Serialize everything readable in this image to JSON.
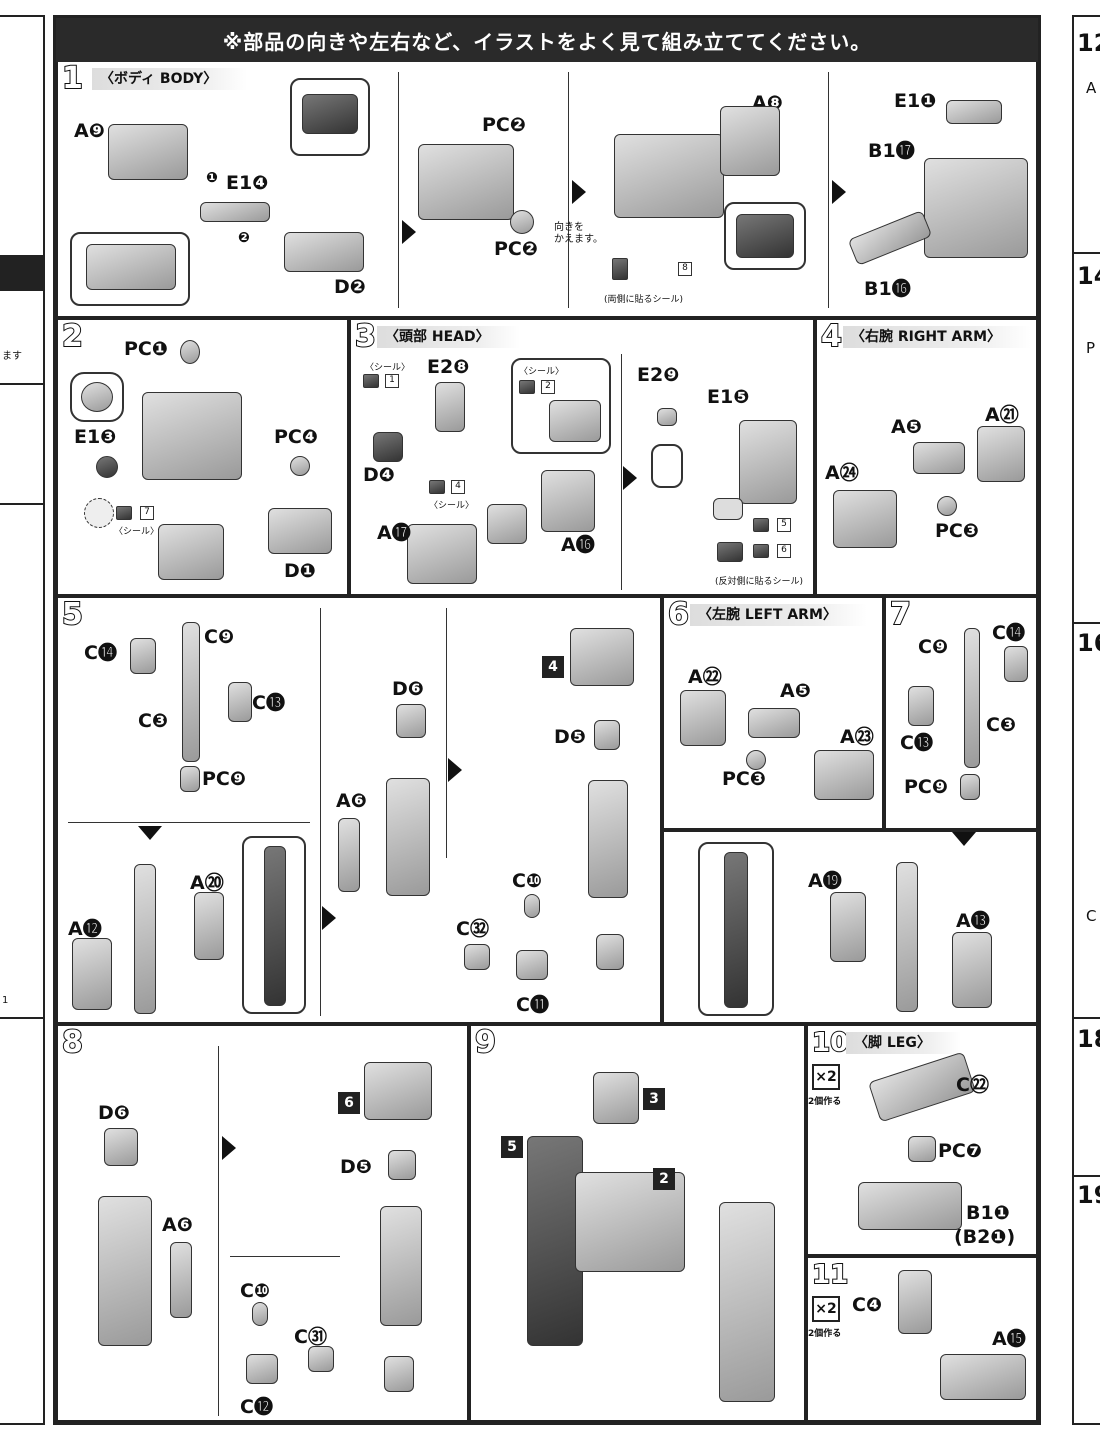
{
  "banner": "※部品の向きや左右など、イラストをよく見て組み立ててください。",
  "left_edge": {
    "frag1": "ます",
    "frag2": "1"
  },
  "right_edge": {
    "n12": "12",
    "n14": "14",
    "n16": "16",
    "n18": "18",
    "n19": "19",
    "a": "A",
    "p": "P",
    "c": "C"
  },
  "steps": {
    "s1": {
      "num": "1",
      "title": "〈ボディ BODY〉",
      "labels": {
        "a9": "A❾",
        "e14": "E1❹",
        "d2": "D❷",
        "pc2a": "PC❷",
        "pc2b": "PC❷",
        "a8": "A❽",
        "e11": "E1❶",
        "b117": "B1⓱",
        "b116": "B1⓰",
        "n1": "❶",
        "n2": "❷"
      },
      "notes": {
        "turn": "向きを",
        "turn2": "かえます。",
        "seal8": "8",
        "both": "(両側に貼るシール)"
      }
    },
    "s2": {
      "num": "2",
      "labels": {
        "pc1": "PC❶",
        "e13": "E1❸",
        "pc4": "PC❹",
        "d1": "D❶"
      },
      "notes": {
        "seal7": "7",
        "seal": "〈シール〉"
      }
    },
    "s3": {
      "num": "3",
      "title": "〈頭部 HEAD〉",
      "labels": {
        "e28": "E2❽",
        "d4": "D❹",
        "a17": "A⓱",
        "a16": "A⓰",
        "e29": "E2❾",
        "e15": "E1❺"
      },
      "notes": {
        "seal": "〈シール〉",
        "seal1": "1",
        "seal2": "2",
        "seal4": "4",
        "seal5": "5",
        "seal6": "6",
        "opp": "(反対側に貼るシール)"
      }
    },
    "s4": {
      "num": "4",
      "title": "〈右腕 RIGHT ARM〉",
      "labels": {
        "a5": "A❺",
        "a21": "A㉑",
        "a24": "A㉔",
        "pc3": "PC❸"
      }
    },
    "s5": {
      "num": "5",
      "labels": {
        "c14": "C⓮",
        "c9": "C❾",
        "c13": "C⓭",
        "c3": "C❸",
        "pc9": "PC❾",
        "a20": "A⑳",
        "a12": "A⓬",
        "d6": "D❻",
        "a6": "A❻",
        "b4": "4",
        "d5": "D❺",
        "c10": "C❿",
        "c32": "C㉜",
        "c11": "C⓫"
      }
    },
    "s6": {
      "num": "6",
      "title": "〈左腕 LEFT ARM〉",
      "labels": {
        "a22": "A㉒",
        "a5": "A❺",
        "a23": "A㉓",
        "pc3": "PC❸"
      }
    },
    "s7": {
      "num": "7",
      "labels": {
        "c9": "C❾",
        "c14": "C⓮",
        "c13": "C⓭",
        "c3": "C❸",
        "pc9": "PC❾",
        "a19": "A⓳",
        "a13": "A⓭"
      }
    },
    "s8": {
      "num": "8",
      "labels": {
        "d6": "D❻",
        "a6": "A❻",
        "b6": "6",
        "d5": "D❺",
        "c10": "C❿",
        "c31": "C㉛",
        "c12": "C⓬"
      }
    },
    "s9": {
      "num": "9",
      "labels": {
        "b3": "3",
        "b5": "5",
        "b2": "2"
      }
    },
    "s10": {
      "num": "10",
      "title": "〈脚 LEG〉",
      "x2": "×2",
      "make": "2個作る",
      "labels": {
        "c22": "C㉒",
        "pc7": "PC❼",
        "b11": "B1❶",
        "b21": "(B2❶)"
      }
    },
    "s11": {
      "num": "11",
      "x2": "×2",
      "make": "2個作る",
      "labels": {
        "c4": "C❹",
        "a15": "A⓯"
      }
    }
  }
}
